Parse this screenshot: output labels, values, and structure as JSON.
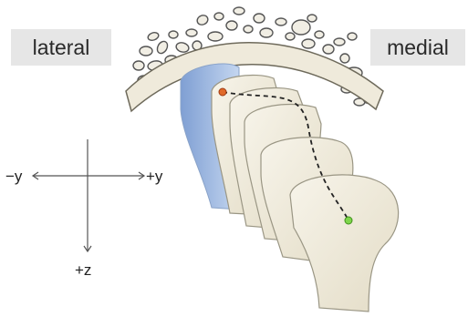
{
  "labels": {
    "lateral": "lateral",
    "medial": "medial"
  },
  "axes": {
    "neg_y": "−y",
    "pos_y": "+y",
    "pos_z": "+z"
  },
  "colors": {
    "bone": "#efeadb",
    "bone_stroke": "#8c8877",
    "blue_slice": "#a9c2e6",
    "start_point": "#e06a2a",
    "end_point": "#7ed64b",
    "path": "#222222"
  }
}
